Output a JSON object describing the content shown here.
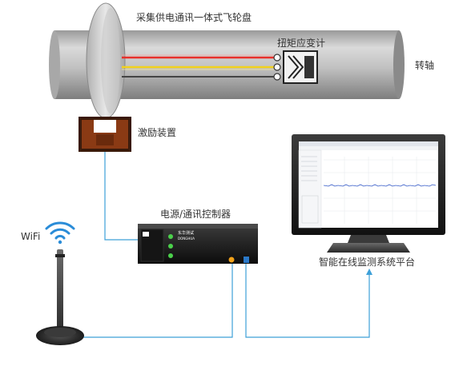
{
  "labels": {
    "flywheel": "采集供电通讯一体式飞轮盘",
    "strain_gauge": "扭矩应变计",
    "shaft": "转轴",
    "exciter": "激励装置",
    "controller": "电源/通讯控制器",
    "wifi": "WiFi",
    "platform": "智能在线监测系统平台"
  },
  "controller_brand": "东华测试",
  "controller_model": "DONGHUA",
  "colors": {
    "shaft": "#c4c4c4",
    "wire_red": "#e8302a",
    "wire_yellow": "#f2d21a",
    "wire_gray": "#444444",
    "connection_line": "#3ea0d8",
    "led_green": "#4bd04b",
    "led_orange": "#f2a21a",
    "exciter": "#7a2a10"
  },
  "icons": [
    "wifi-icon",
    "antenna-icon",
    "monitor-icon",
    "controller-device",
    "exciter-device",
    "flywheel-disk",
    "shaft-device"
  ]
}
